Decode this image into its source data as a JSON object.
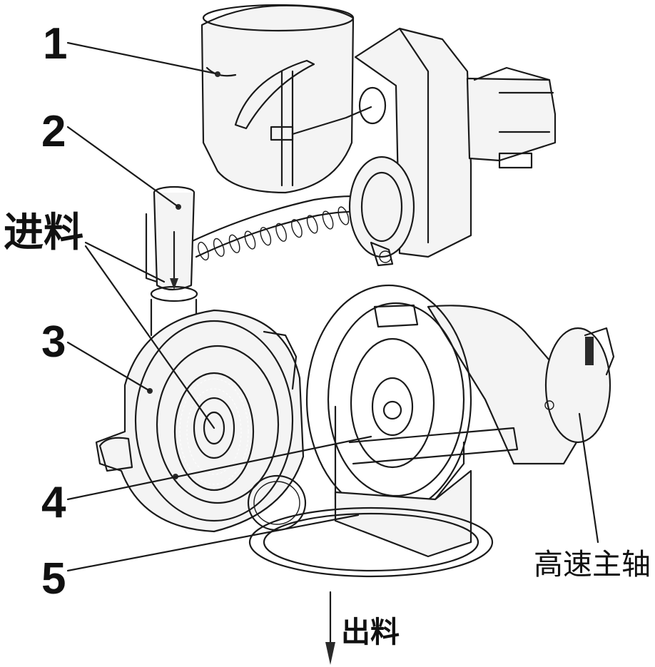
{
  "labels": {
    "n1": "1",
    "n2": "2",
    "n3": "3",
    "n4": "4",
    "n5": "5",
    "inlet": "进料",
    "outlet": "出料",
    "spindle": "高速主轴"
  }
}
